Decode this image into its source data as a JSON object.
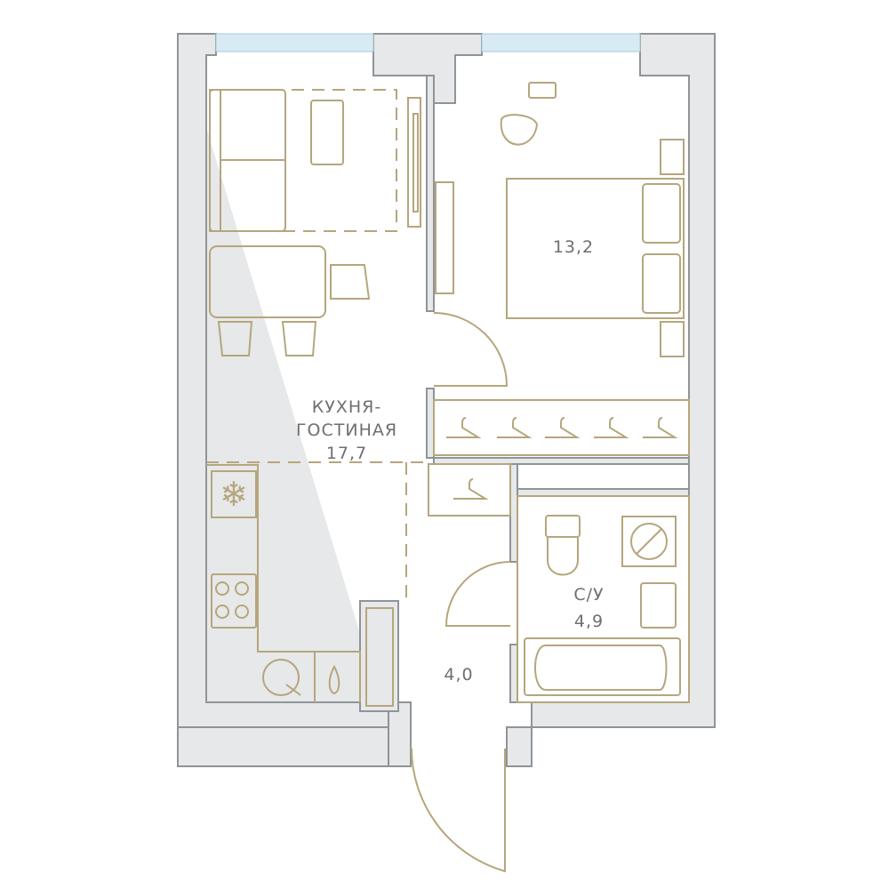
{
  "rooms": {
    "living": {
      "name_line1": "КУХНЯ-",
      "name_line2": "ГОСТИНАЯ",
      "area": "17,7"
    },
    "bedroom": {
      "area": "13,2"
    },
    "bathroom": {
      "name": "С/У",
      "area": "4,9"
    },
    "hall": {
      "area": "4,0"
    }
  },
  "colors": {
    "walls": "#e7e8e9",
    "wall_outline": "#8f9499",
    "furniture": "#b5a67d",
    "windows": "#d8ebf4",
    "labels": "#6f6f6f"
  }
}
